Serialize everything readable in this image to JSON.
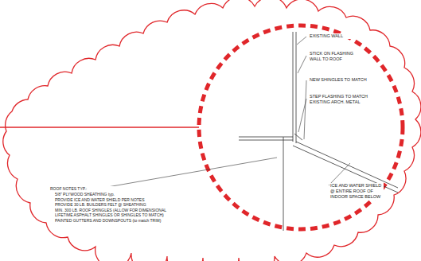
{
  "diagram": {
    "labels": [
      "EXISTING WALL",
      "STICK ON FLASHING WALL TO ROOF",
      "NEW SHINGLES TO MATCH",
      "STEP FLASHING TO MATCH EXISTING ARCH. METAL",
      "ICE AND WATER SHIELD @ ENTIRE ROOF OF INDOOR SPACE BELOW",
      "ROOF NOTES TYP.:",
      "5/8\" PLYWOOD SHEATHING typ.",
      "PROVIDE ICE AND WATER SHIELD PER NOTES",
      "PROVIDE 30 LB. BUILDERS FELT @ SHEATHING",
      "MIN. 300 LB. ROOF SHINGLES (ALLOW FOR DIMENSIONAL LIFETIME ASPHALT SHINGLES OR SHINGLES TO MATCH)",
      "PAINTED GUTTERS AND DOWNSPOUTS (to match TRIM)"
    ]
  }
}
